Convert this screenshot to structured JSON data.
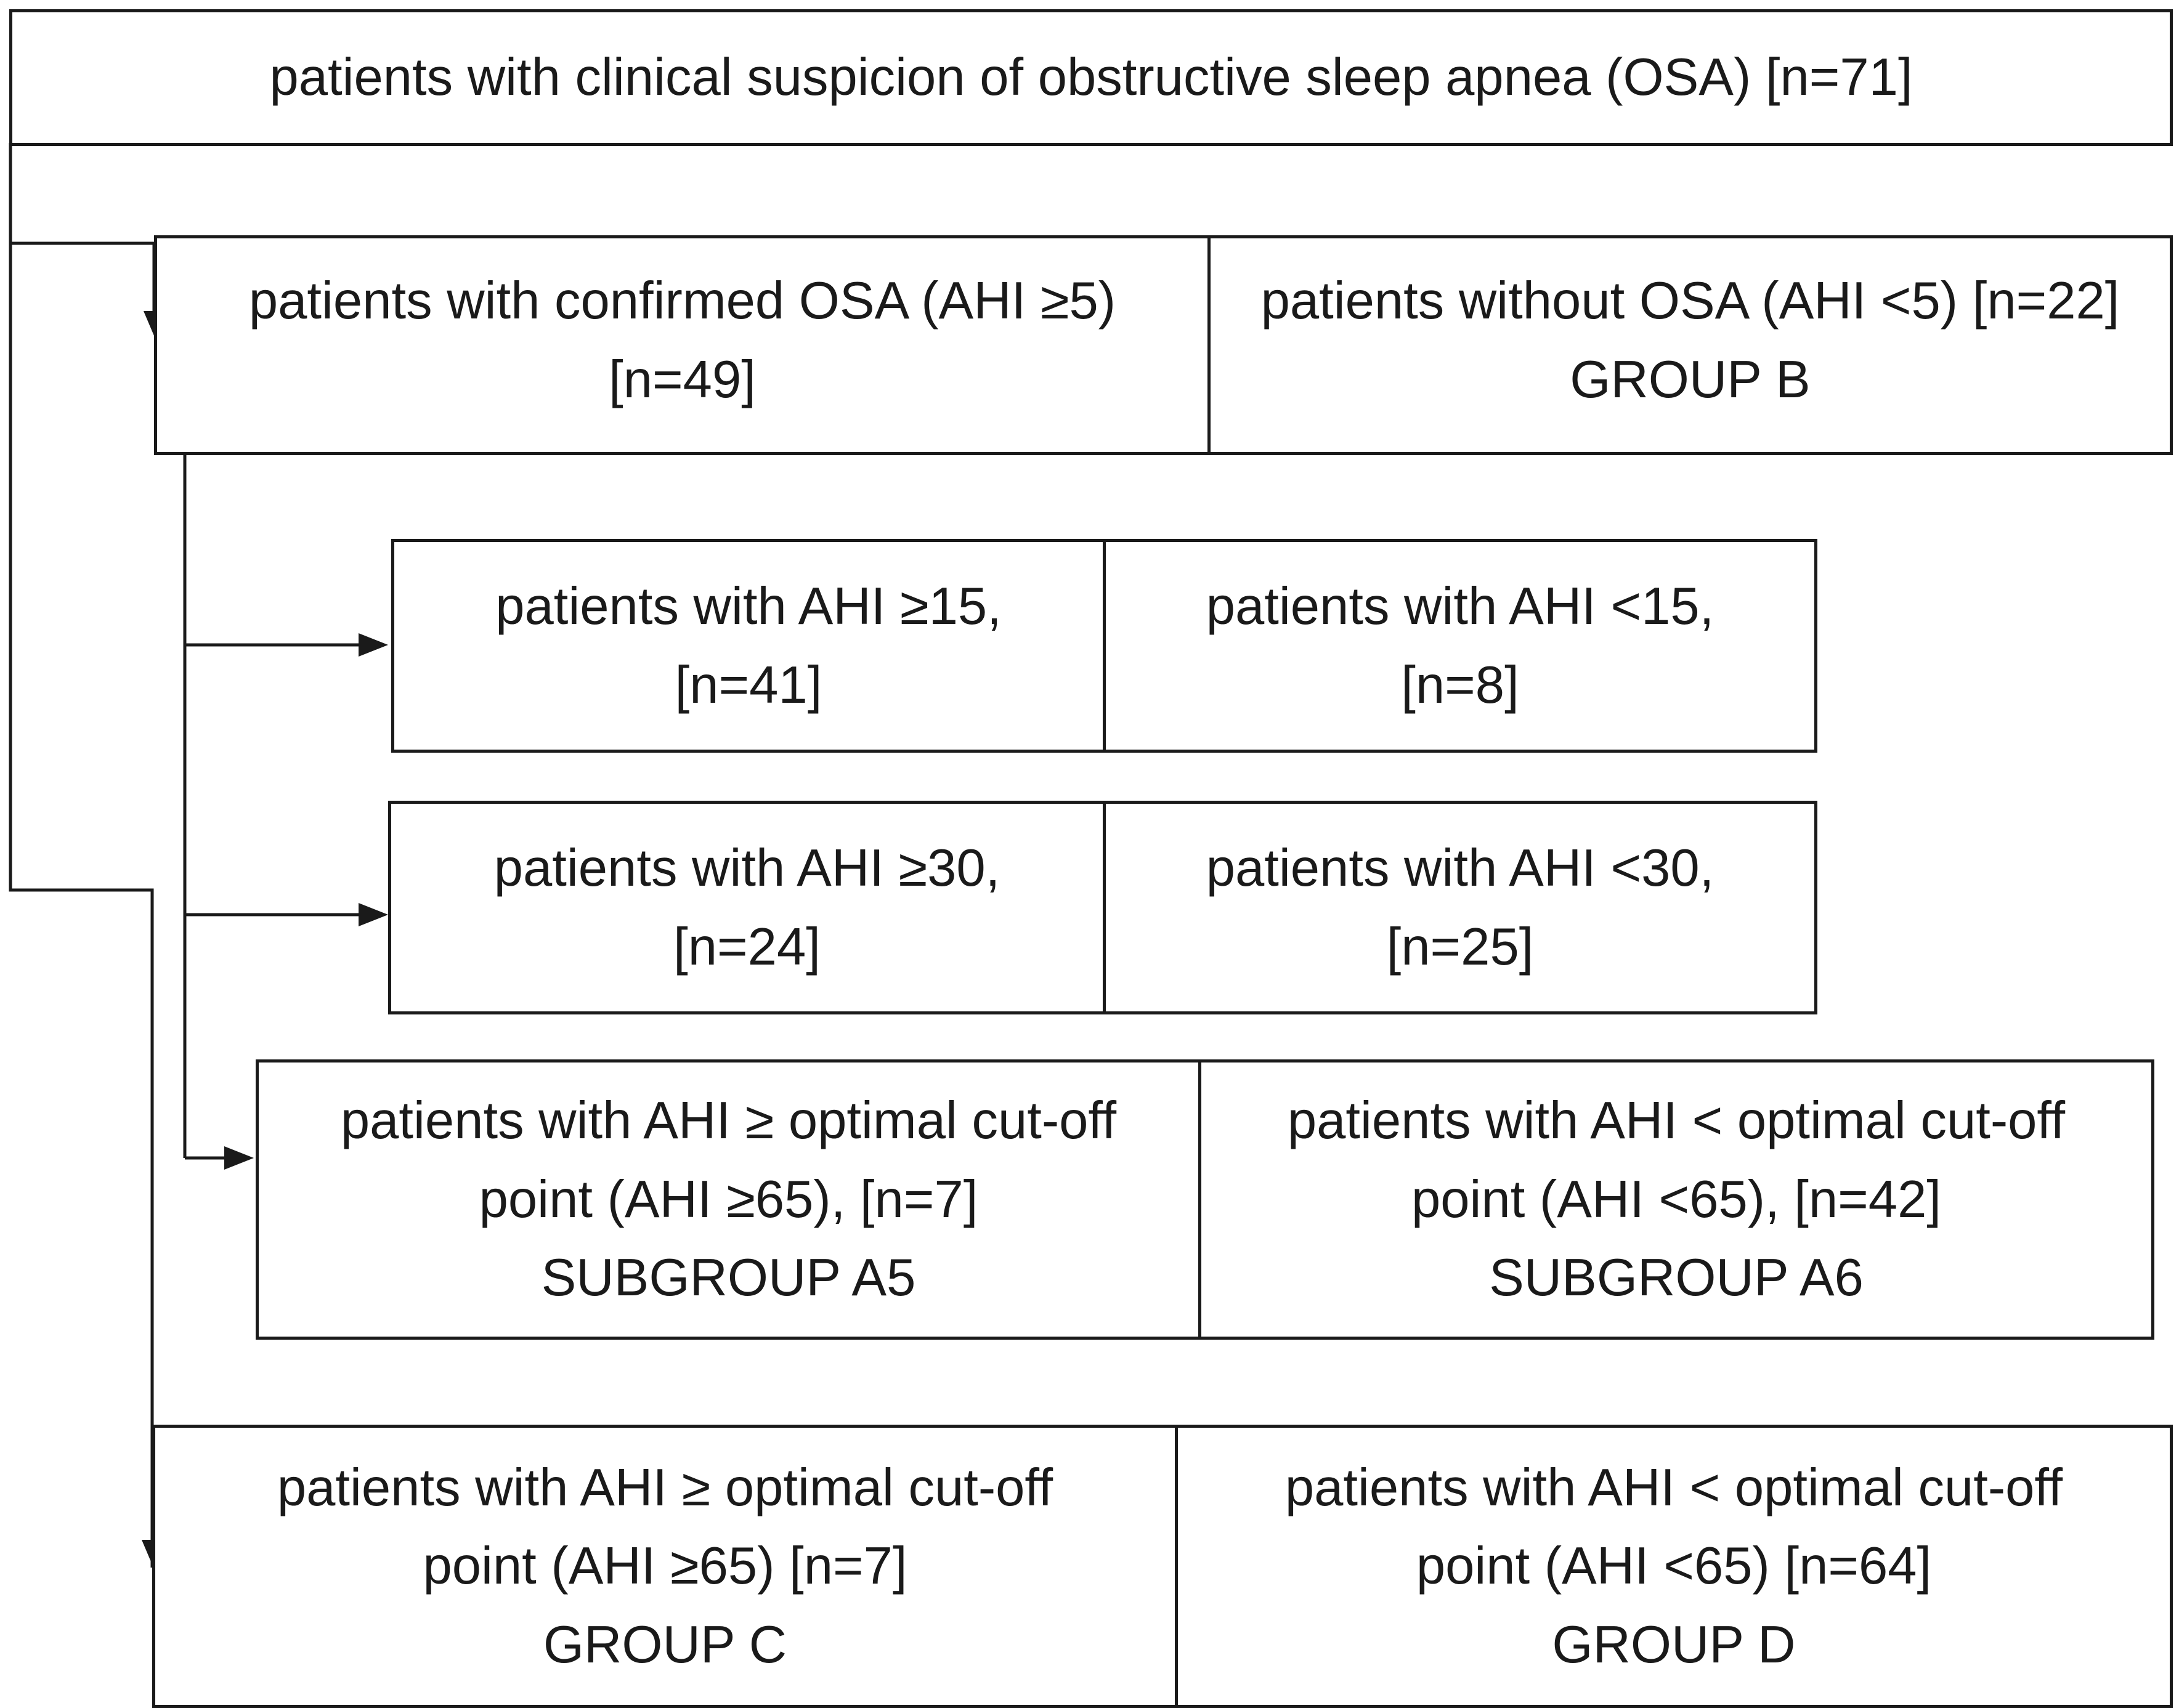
{
  "root": {
    "text": "patients with clinical suspicion of obstructive sleep apnea (OSA) [n=71]"
  },
  "level1": {
    "left": [
      "patients with confirmed OSA (AHI ≥5)",
      "[n=49]"
    ],
    "right": [
      "patients without OSA (AHI <5) [n=22]",
      "GROUP B"
    ]
  },
  "ahi15": {
    "left": [
      "patients with AHI ≥15,",
      "[n=41]"
    ],
    "right": [
      "patients with AHI <15,",
      "[n=8]"
    ]
  },
  "ahi30": {
    "left": [
      "patients with AHI ≥30,",
      "[n=24]"
    ],
    "right": [
      "patients with AHI <30,",
      "[n=25]"
    ]
  },
  "subgroups": {
    "left": [
      "patients with AHI ≥ optimal cut-off",
      "point (AHI ≥65), [n=7]",
      "SUBGROUP A5"
    ],
    "right": [
      "patients with AHI < optimal cut-off",
      "point (AHI <65), [n=42]",
      "SUBGROUP A6"
    ]
  },
  "groups": {
    "left": [
      "patients with AHI ≥ optimal cut-off",
      "point (AHI ≥65) [n=7]",
      "GROUP C"
    ],
    "right": [
      "patients with AHI < optimal cut-off",
      "point (AHI <65) [n=64]",
      "GROUP D"
    ]
  }
}
